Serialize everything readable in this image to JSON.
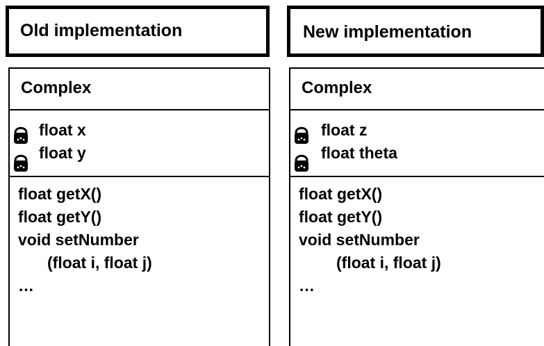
{
  "old": {
    "title": "Old implementation",
    "class_name": "Complex",
    "attributes": [
      {
        "icon": "private-lock-icon",
        "text": "float x"
      },
      {
        "icon": "private-lock-icon",
        "text": "float y"
      }
    ],
    "methods": [
      "float getX()",
      "float getY()",
      "void setNumber",
      "(float i, float j)",
      "…"
    ]
  },
  "new": {
    "title": "New implementation",
    "class_name": "Complex",
    "attributes": [
      {
        "icon": "private-lock-icon",
        "text": "float z"
      },
      {
        "icon": "private-lock-icon",
        "text": "float theta"
      }
    ],
    "methods": [
      "float getX()",
      "float getY()",
      "void setNumber",
      "(float i, float j)",
      "…"
    ]
  }
}
